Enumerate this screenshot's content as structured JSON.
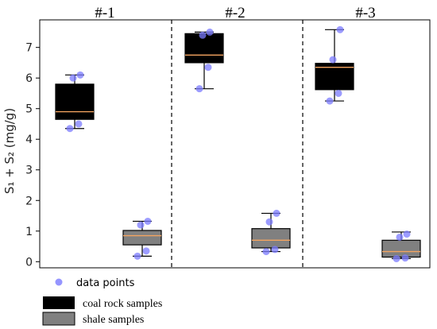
{
  "chart_data": {
    "type": "box",
    "ylabel": "S₁ + S₂ (mg/g)",
    "ylim": [
      -0.2,
      7.9
    ],
    "yticks": [
      0,
      1,
      2,
      3,
      4,
      5,
      6,
      7
    ],
    "grid": false,
    "legend_position": "bottom-left",
    "colors": {
      "coal": "#000000",
      "shale": "#808080",
      "median": "#f4a460",
      "points": "#7b7bff"
    },
    "panels": [
      {
        "title": "#-1",
        "boxes": [
          {
            "group": "coal rock samples",
            "whisker_low": 4.35,
            "q1": 4.65,
            "median": 4.9,
            "q3": 5.8,
            "whisker_high": 6.1,
            "points": [
              4.35,
              4.5,
              6.0,
              6.1
            ]
          },
          {
            "group": "shale samples",
            "whisker_low": 0.18,
            "q1": 0.55,
            "median": 0.85,
            "q3": 1.02,
            "whisker_high": 1.32,
            "points": [
              0.18,
              0.35,
              1.2,
              1.32
            ]
          }
        ]
      },
      {
        "title": "#-2",
        "boxes": [
          {
            "group": "coal rock samples",
            "whisker_low": 5.65,
            "q1": 6.5,
            "median": 6.75,
            "q3": 7.45,
            "whisker_high": 7.5,
            "points": [
              5.65,
              6.35,
              7.4,
              7.5
            ]
          },
          {
            "group": "shale samples",
            "whisker_low": 0.33,
            "q1": 0.45,
            "median": 0.7,
            "q3": 1.08,
            "whisker_high": 1.58,
            "points": [
              0.33,
              0.4,
              1.3,
              1.58
            ]
          }
        ]
      },
      {
        "title": "#-3",
        "boxes": [
          {
            "group": "coal rock samples",
            "whisker_low": 5.25,
            "q1": 5.62,
            "median": 6.35,
            "q3": 6.48,
            "whisker_high": 7.58,
            "points": [
              5.25,
              5.5,
              6.6,
              7.58
            ]
          },
          {
            "group": "shale samples",
            "whisker_low": 0.1,
            "q1": 0.15,
            "median": 0.33,
            "q3": 0.7,
            "whisker_high": 0.97,
            "points": [
              0.1,
              0.12,
              0.8,
              0.9
            ]
          }
        ]
      }
    ],
    "legend": [
      {
        "kind": "marker",
        "label": "data points"
      },
      {
        "kind": "box-coal",
        "label": "coal rock samples"
      },
      {
        "kind": "box-shale",
        "label": "shale samples"
      }
    ]
  }
}
